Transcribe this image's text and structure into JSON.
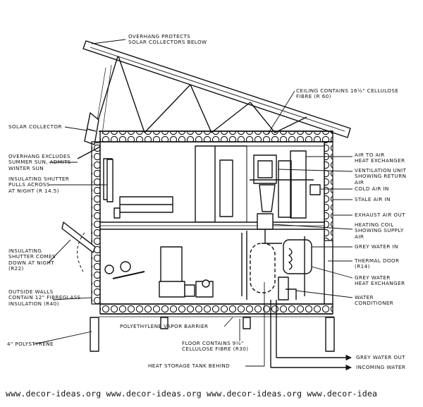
{
  "labels": {
    "overhang_protects": "OVERHANG PROTECTS\nSOLAR COLLECTORS BELOW",
    "ceiling": "CEILING CONTAINS 16½\" CELLULOSE\nFIBRE (R 60)",
    "solar_collector": "SOLAR COLLECTOR",
    "overhang_excludes": "OVERHANG EXCLUDES\nSUMMER SUN, ADMITS\nWINTER SUN",
    "insulating_shutter_across": "INSULATING SHUTTER\nPULLS ACROSS\nAT NIGHT (R 14.5)",
    "insulating_shutter_down": "INSULATING\nSHUTTER COMES\nDOWN AT NIGHT\n(R22)",
    "outside_walls": "OUTSIDE WALLS\nCONTAIN 12\" FIBREGLASS\nINSULATION (R40)",
    "polystyrene": "4\" POLYSTYRENE",
    "air_to_air": "AIR TO AIR\nHEAT EXCHANGER",
    "ventilation_unit": "VENTILATION UNIT\nSHOWING RETURN\nAIR",
    "cold_air_in": "COLD AIR IN",
    "stale_air_in": "STALE AIR IN",
    "exhaust_air_out": "EXHAUST AIR OUT",
    "heating_coil": "HEATING COIL\nSHOWING SUPPLY\nAIR",
    "grey_water_in": "GREY WATER IN",
    "thermal_door": "THERMAL DOOR\n(R14)",
    "grey_water_hx": "GREY WATER\nHEAT EXCHANGER",
    "water_conditioner": "WATER\nCONDITIONER",
    "vapor_barrier": "POLYETHYLENE VAPOR BARRIER",
    "floor_contains": "FLOOR CONTAINS 9½\"\nCELLULOSE FIBRE (R30)",
    "heat_storage": "HEAT STORAGE TANK BEHIND",
    "grey_water_out": "GREY WATER OUT",
    "incoming_water": "INCOMING WATER"
  },
  "watermark": "www.decor-ideas.org www.decor-ideas.org www.decor-ideas.org www.decor-idea"
}
